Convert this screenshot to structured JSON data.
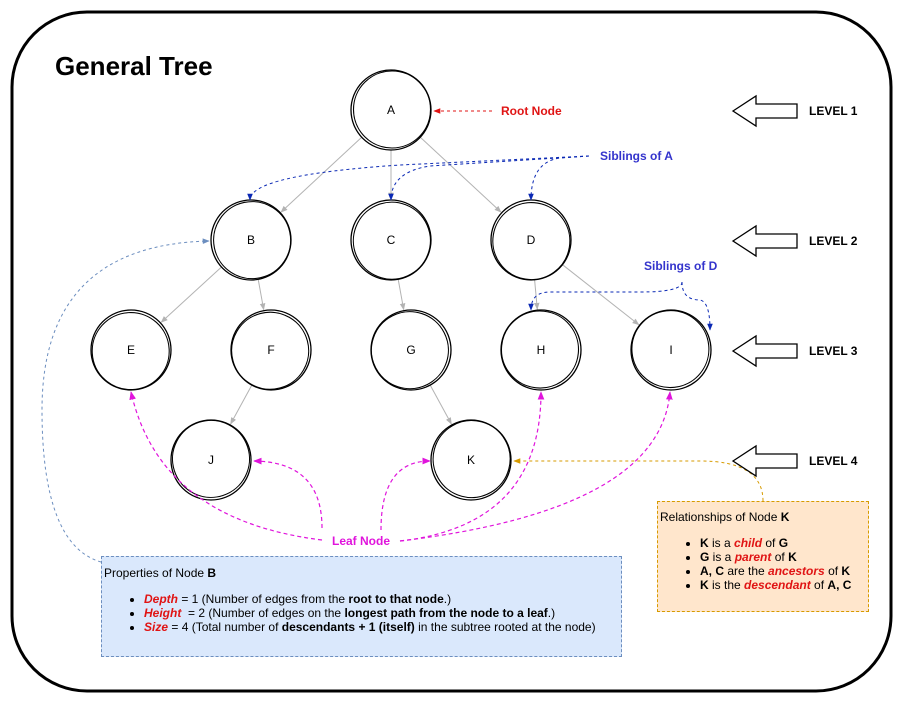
{
  "title": "General Tree",
  "nodes": [
    {
      "id": "A",
      "label": "A"
    },
    {
      "id": "B",
      "label": "B"
    },
    {
      "id": "C",
      "label": "C"
    },
    {
      "id": "D",
      "label": "D"
    },
    {
      "id": "E",
      "label": "E"
    },
    {
      "id": "F",
      "label": "F"
    },
    {
      "id": "G",
      "label": "G"
    },
    {
      "id": "H",
      "label": "H"
    },
    {
      "id": "I",
      "label": "I"
    },
    {
      "id": "J",
      "label": "J"
    },
    {
      "id": "K",
      "label": "K"
    }
  ],
  "edges": [
    {
      "from": "A",
      "to": "B"
    },
    {
      "from": "A",
      "to": "C"
    },
    {
      "from": "A",
      "to": "D"
    },
    {
      "from": "B",
      "to": "E"
    },
    {
      "from": "B",
      "to": "F"
    },
    {
      "from": "C",
      "to": "G"
    },
    {
      "from": "D",
      "to": "H"
    },
    {
      "from": "D",
      "to": "I"
    },
    {
      "from": "F",
      "to": "J"
    },
    {
      "from": "G",
      "to": "K"
    }
  ],
  "levels": [
    "LEVEL 1",
    "LEVEL 2",
    "LEVEL 3",
    "LEVEL 4"
  ],
  "labels": {
    "root_node": "Root Node",
    "siblings_a": "Siblings of A",
    "siblings_d": "Siblings of D",
    "leaf_node": "Leaf Node"
  },
  "colors": {
    "root_label": "#e01414",
    "siblings": "#0a28b4",
    "siblings_label": "#3333cc",
    "leaf": "#e014dc",
    "edge": "#b3b3b3",
    "props_link": "#6c8ebf",
    "rel_link": "#d79b00",
    "props_fill": "#dae8fc",
    "rel_fill": "#ffe6cc"
  },
  "properties_box": {
    "title_prefix": "Properties of Node ",
    "title_node": "B",
    "items": [
      {
        "term": "Depth",
        "text1": " = 1 (Number of edges from the ",
        "bold": "root to that node",
        "text2": ".)"
      },
      {
        "term": "Height",
        "text1": "  = 2 (Number of edges on the ",
        "bold": "longest path from the node to a leaf",
        "text2": ".)"
      },
      {
        "term": "Size",
        "text1": " = 4 (Total number of ",
        "bold": "descendants + 1 (itself)",
        "text2": " in the subtree rooted at the node)"
      }
    ]
  },
  "relationships_box": {
    "title_prefix": "Relationships of Node ",
    "title_node": "K",
    "items": [
      {
        "subject": "K",
        "mid": " is a ",
        "rel": "child",
        "of": " of ",
        "object": "G"
      },
      {
        "subject": "G",
        "mid": " is a ",
        "rel": "parent",
        "of": " of ",
        "object": "K"
      },
      {
        "subject": "A, C",
        "mid": " are the ",
        "rel": "ancestors",
        "of": " of ",
        "object": "K"
      },
      {
        "subject": "K",
        "mid": " is the ",
        "rel": "descendant",
        "of": " of ",
        "object": "A, C"
      }
    ]
  }
}
